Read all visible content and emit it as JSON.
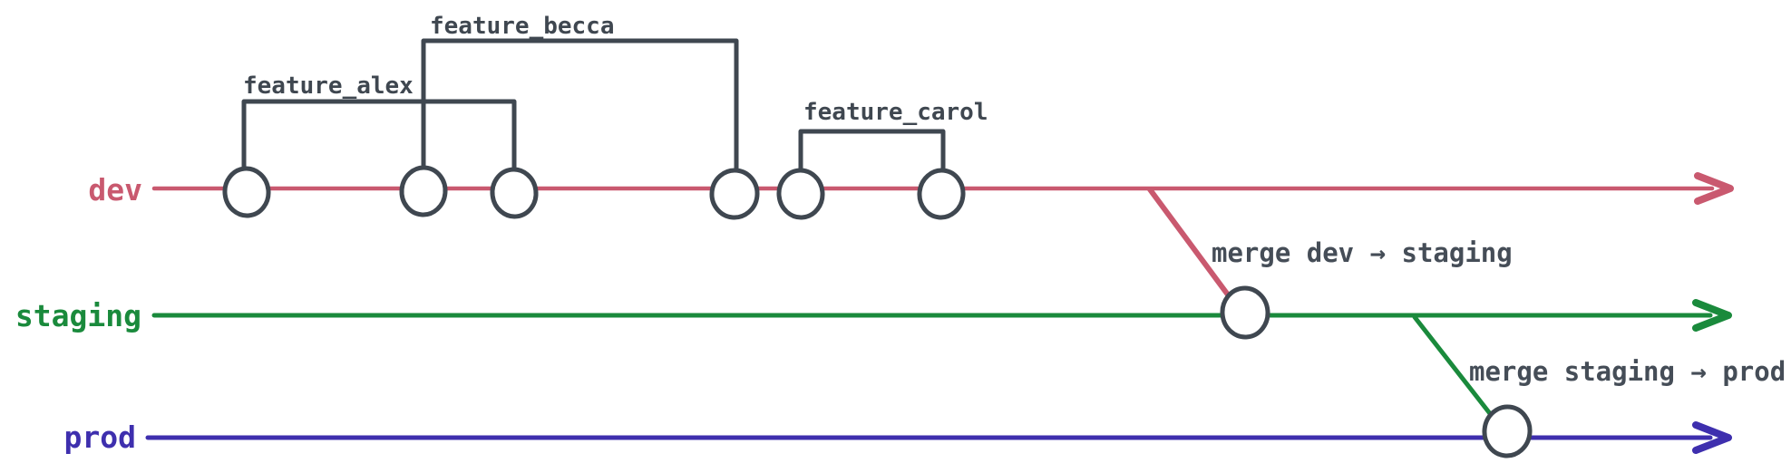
{
  "branches": {
    "dev": {
      "label": "dev",
      "color": "#c9596f"
    },
    "staging": {
      "label": "staging",
      "color": "#1a8a3c"
    },
    "prod": {
      "label": "prod",
      "color": "#3e2fae"
    }
  },
  "feature_branches": {
    "alex": {
      "label": "feature_alex"
    },
    "becca": {
      "label": "feature_becca"
    },
    "carol": {
      "label": "feature_carol"
    }
  },
  "merge_annotations": {
    "dev_to_staging": {
      "label": "merge dev → staging"
    },
    "staging_to_prod": {
      "label": "merge staging → prod"
    }
  },
  "colors": {
    "ink": "#3f4750",
    "annotation_text": "#454d57",
    "background": "#ffffff"
  }
}
